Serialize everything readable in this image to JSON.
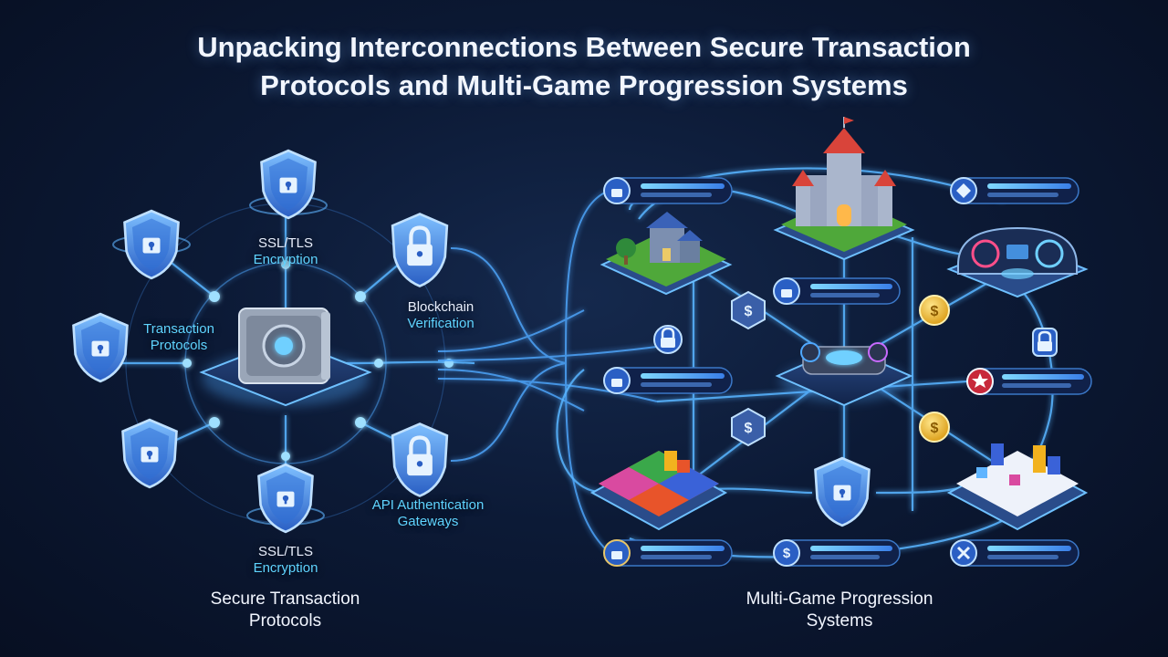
{
  "title": {
    "line1": "Unpacking Interconnections Between Secure Transaction",
    "line2": "Protocols and Multi-Game Progression Systems"
  },
  "security": {
    "ssl_top": {
      "line1": "SSL/TLS",
      "line2": "Encryption"
    },
    "transaction": {
      "line1": "Transaction",
      "line2": "Protocols"
    },
    "blockchain": {
      "line1": "Blockchain",
      "line2": "Verification"
    },
    "api": {
      "line1": "API Authentication",
      "line2": "Gateways"
    },
    "ssl_bottom": {
      "line1": "SSL/TLS",
      "line2": "Encryption"
    },
    "section_label": {
      "line1": "Secure Transaction",
      "line2": "Protocols"
    }
  },
  "progression": {
    "section_label": {
      "line1": "Multi-Game Progression",
      "line2": "Systems"
    }
  },
  "icons": {
    "shield": "shield-lock-icon",
    "padlock": "padlock-icon",
    "vault": "vault-icon",
    "castle": "castle-icon",
    "village": "village-island-icon",
    "dashboard": "gauge-dashboard-icon",
    "hub": "game-console-hub-icon",
    "blocks": "block-puzzle-icon",
    "coin": "gold-coin-icon",
    "star": "star-badge-icon",
    "dollar": "dollar-badge-icon"
  },
  "colors": {
    "background": "#0c1a36",
    "accent_cyan": "#5fd4ff",
    "line_glow": "#4fa8ff",
    "shield_blue": "#3a7fe0",
    "text": "#f2f6ff"
  }
}
